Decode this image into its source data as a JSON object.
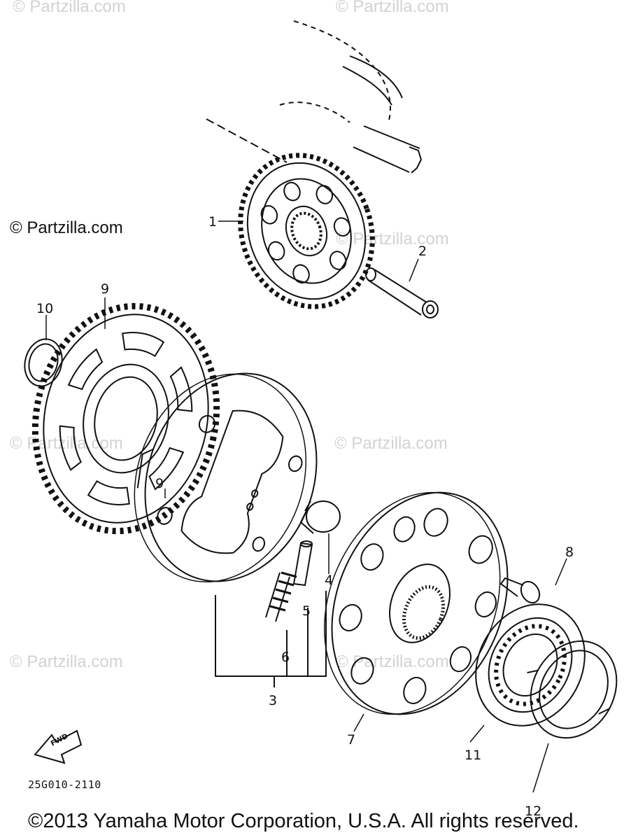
{
  "watermark": "© Partzilla.com",
  "diagram_code": "25G010-2110",
  "copyright": "©2013 Yamaha Motor Corporation, U.S.A. All rights reserved.",
  "direction_label": "FWD",
  "callouts": [
    "1",
    "2",
    "3",
    "4",
    "5",
    "6",
    "7",
    "8",
    "9",
    "9",
    "10",
    "11",
    "12"
  ],
  "colors": {
    "ink": "#111111",
    "watermark": "#d2d2d2",
    "background": "#ffffff"
  }
}
